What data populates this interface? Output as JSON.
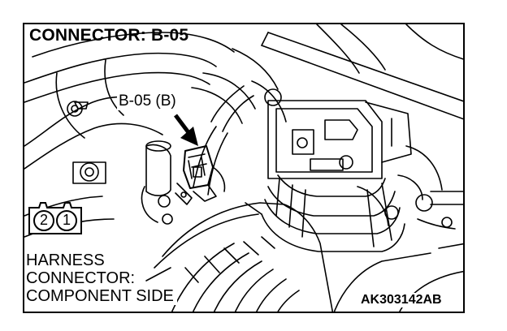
{
  "title": "CONNECTOR: B-05",
  "callout": "B-05 (B)",
  "harness": {
    "line1": "HARNESS",
    "line2": "CONNECTOR:",
    "line3": "COMPONENT SIDE",
    "pins": [
      "2",
      "1"
    ]
  },
  "figure_id": "AK303142AB"
}
